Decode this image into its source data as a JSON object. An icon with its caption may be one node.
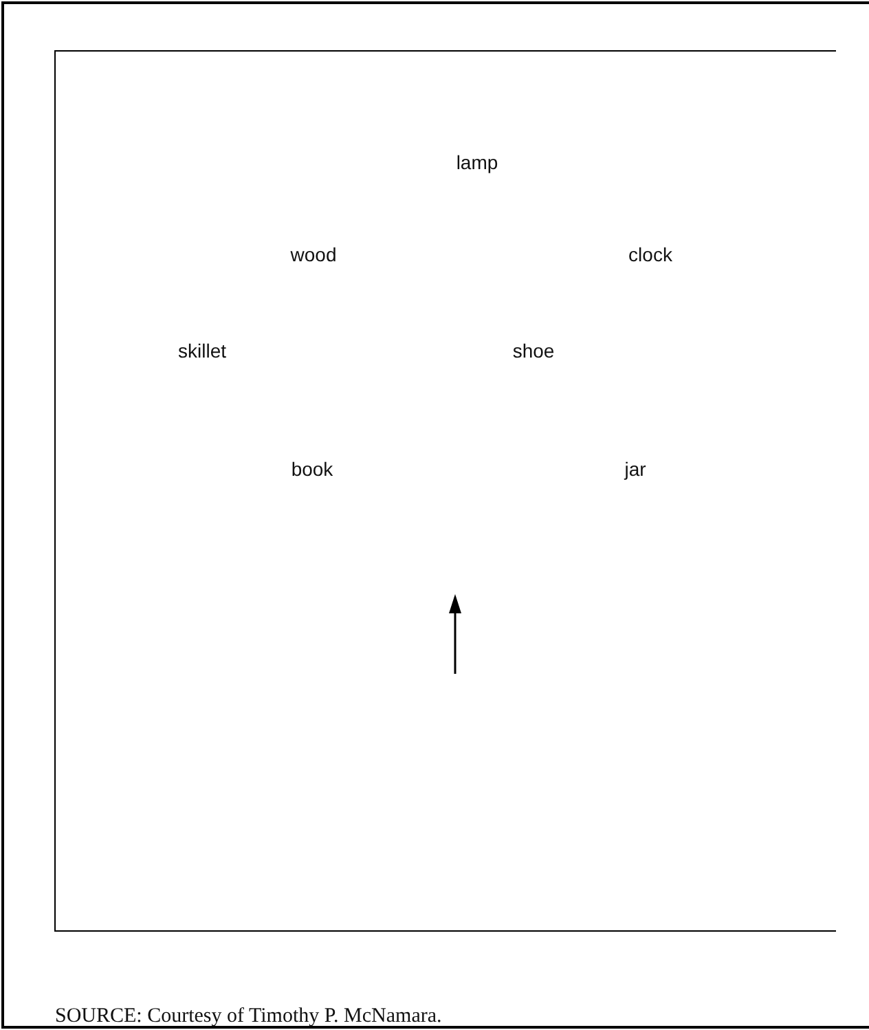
{
  "diagram": {
    "caption": "SOURCE: Courtesy of Timothy P. McNamara.",
    "labels": [
      "lamp",
      "wood",
      "clock",
      "skillet",
      "shoe",
      "book",
      "jar"
    ]
  }
}
